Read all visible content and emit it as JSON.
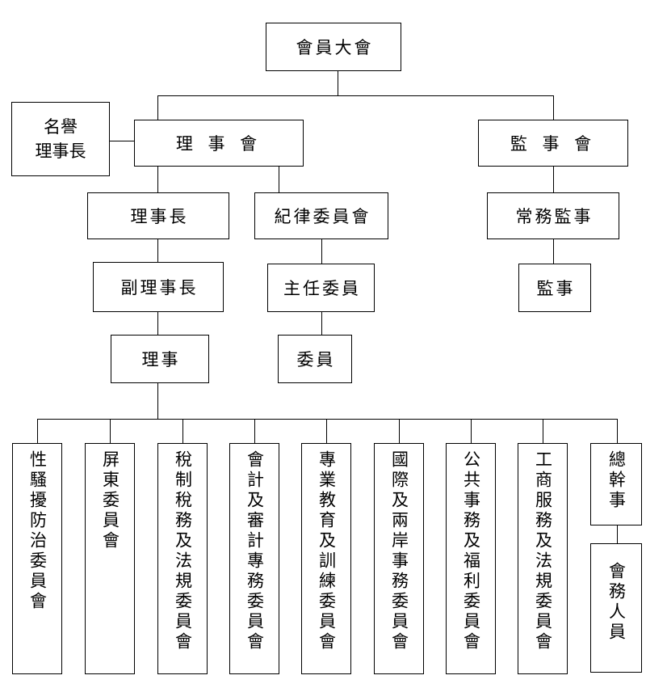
{
  "general_assembly": "會員大會",
  "board": "理 事 會",
  "honorary_line1": "名譽",
  "honorary_line2": "理事長",
  "supervisors": "監 事 會",
  "chairman": "理事長",
  "discipline": "紀律委員會",
  "standing_supervisor": "常務監事",
  "vice_chairman": "副理事長",
  "chief_member": "主任委員",
  "supervisor": "監事",
  "director": "理事",
  "member": "委員",
  "committees": [
    "性騷擾防治委員會",
    "屏東委員會",
    "稅制稅務及法規委員會",
    "會計及審計專務委員會",
    "專業教育及訓練委員會",
    "國際及兩岸事務委員會",
    "公共事務及福利委員會",
    "工商服務及法規委員會"
  ],
  "secretary_general": "總幹事",
  "staff": "會務人員"
}
